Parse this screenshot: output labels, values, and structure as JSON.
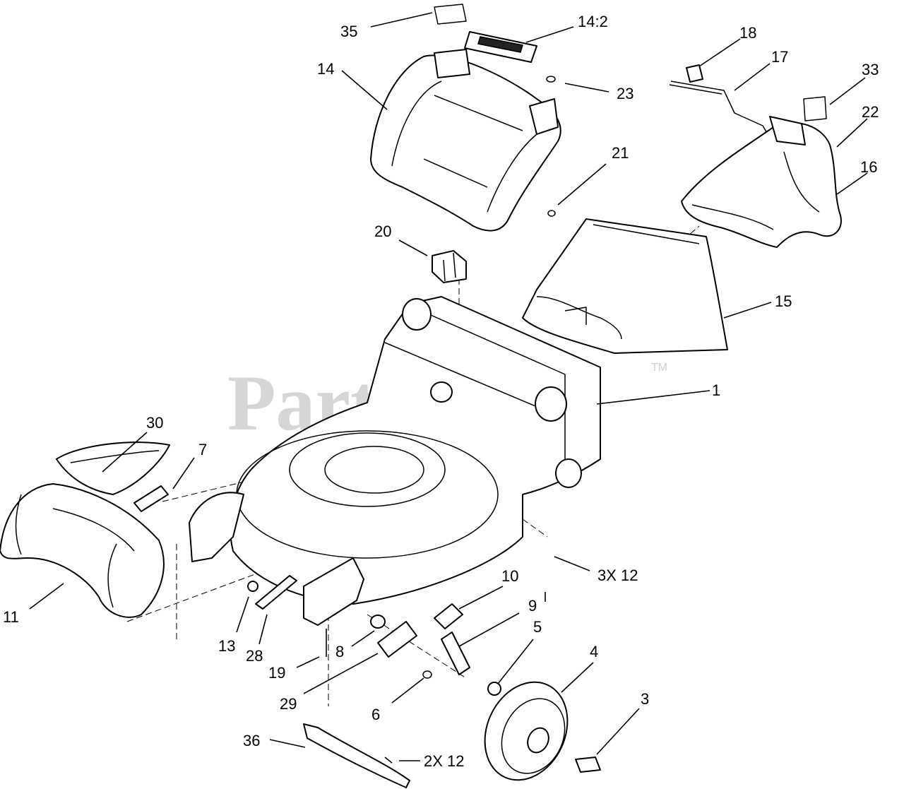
{
  "watermark": {
    "text": "PartsTree",
    "trademark": "TM"
  },
  "callouts": {
    "c35": "35",
    "c14_2": "14:2",
    "c14": "14",
    "c23": "23",
    "c18": "18",
    "c17": "17",
    "c33": "33",
    "c22": "22",
    "c16": "16",
    "c21": "21",
    "c20": "20",
    "c15": "15",
    "c1": "1",
    "c30": "30",
    "c7": "7",
    "c11": "11",
    "c3x12": "3X 12",
    "c10": "10",
    "c9": "9",
    "c5": "5",
    "c4": "4",
    "c3": "3",
    "c13": "13",
    "c28": "28",
    "c8": "8",
    "c19": "19",
    "c29": "29",
    "c6": "6",
    "c36": "36",
    "c2x12": "2X 12"
  }
}
